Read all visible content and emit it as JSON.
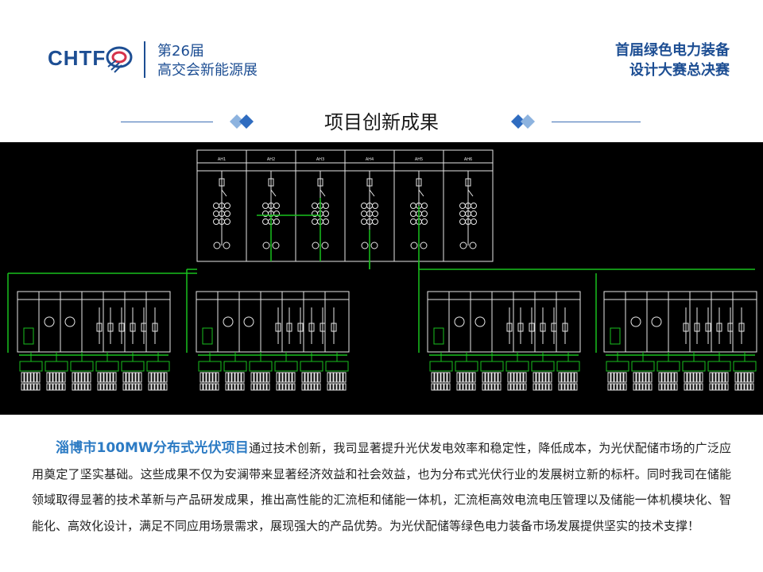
{
  "header": {
    "logo_text": "CHTF",
    "expo_line1": "第26届",
    "expo_line2": "高交会新能源展",
    "contest_line1": "首届绿色电力装备",
    "contest_line2": "设计大赛总决赛",
    "brand_color": "#1d4e93"
  },
  "section": {
    "title": "项目创新成果",
    "accent_color": "#3d6fb5"
  },
  "diagram": {
    "background": "#000000",
    "line_color": "#19c11e",
    "panel_line_color": "#e6e6e6",
    "top_cabinet_labels": [
      "AH1",
      "AH2",
      "AH3",
      "AH4",
      "AH5",
      "AH6"
    ]
  },
  "description": {
    "highlight": "淄博市100MW分布式光伏项目",
    "body": "通过技术创新，我司显著提升光伏发电效率和稳定性，降低成本，为光伏配储市场的广泛应用奠定了坚实基础。这些成果不仅为安澜带来显著经济效益和社会效益，也为分布式光伏行业的发展树立新的标杆。同时我司在储能领域取得显著的技术革新与产品研发成果，推出高性能的汇流柜和储能一体机，汇流柜高效电流电压管理以及储能一体机模块化、智能化、高效化设计，满足不同应用场景需求，展现强大的产品优势。为光伏配储等绿色电力装备市场发展提供坚实的技术支撑！",
    "highlight_color": "#2c7bc4"
  }
}
